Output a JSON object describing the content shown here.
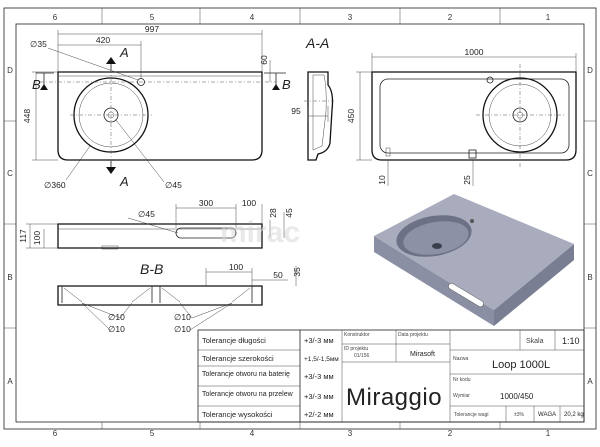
{
  "zones": {
    "columns": [
      "6",
      "5",
      "4",
      "3",
      "2",
      "1"
    ],
    "rows": [
      "D",
      "C",
      "B",
      "A"
    ]
  },
  "sections": {
    "aa": "A-A",
    "bb": "B-B",
    "a_marker": "A",
    "b_marker": "B"
  },
  "dims": {
    "top_view": {
      "width": "997",
      "offset": "420",
      "depth": "448",
      "rim": "60",
      "hole": "∅35",
      "bowl": "∅360",
      "drain": "∅45"
    },
    "section_aa": {
      "height": "95"
    },
    "back_view": {
      "width": "1000",
      "height": "450",
      "bottom_left": "10",
      "bottom_right": "25"
    },
    "front_view": {
      "drain": "∅45",
      "slot_len": "300",
      "slot_off": "100",
      "slot_h": "28",
      "slot_top": "45",
      "h1": "117",
      "h2": "100"
    },
    "section_bb": {
      "top_w": "100",
      "w2": "50",
      "h": "35",
      "holes": [
        "∅10",
        "∅10",
        "∅10",
        "∅10"
      ]
    }
  },
  "watermark": "mirac",
  "title_block": {
    "tolerances": [
      {
        "label": "Tolerancje długości",
        "value": "+3/-3 мм"
      },
      {
        "label": "Tolerancje szerokości",
        "value": "+1,5/-1,5мм"
      },
      {
        "label": "Tolerancje otworu na baterię",
        "value": "+3/-3 мм"
      },
      {
        "label": "Tolerancje otworu na przelew",
        "value": "+3/-3 мм"
      },
      {
        "label": "Tolerancje wysokości",
        "value": "+2/-2 мм"
      }
    ],
    "konstruktor_label": "Konstruktor",
    "data_label": "Data projektu",
    "id_label": "ID projektu",
    "id_value": "01/156",
    "author": "Mirasoft",
    "nazwa_label": "Nazwa",
    "nazwa_value": "Loop  1000L",
    "nr_kodu_label": "Nr kodu",
    "wymiar_label": "Wymiar",
    "wymiar_value": "1000/450",
    "skala_label": "Skala",
    "skala_value": "1:10",
    "tol_wagi_label": "Tolerancje wagi",
    "tol_wagi_value": "±3%",
    "waga_label": "WAGA",
    "waga_value": "20,2 kg",
    "brand": "Miraggio"
  }
}
